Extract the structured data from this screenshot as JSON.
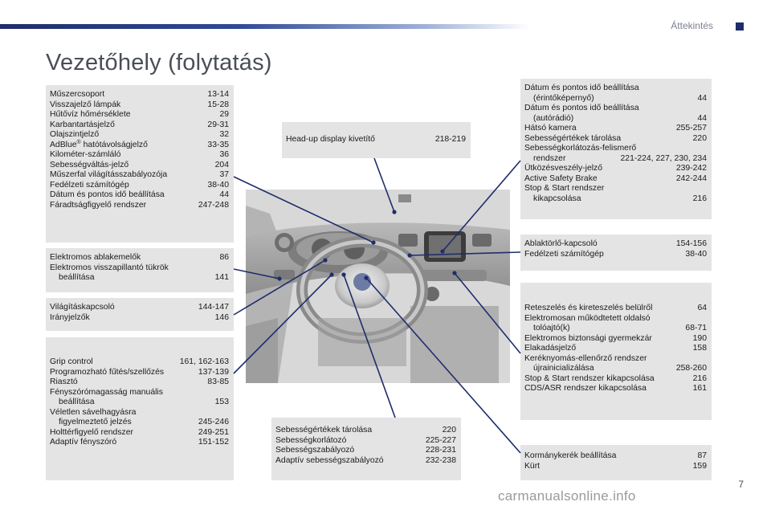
{
  "header": {
    "section": "Áttekintés",
    "page_number": "7"
  },
  "title": "Vezetőhely (folytatás)",
  "watermark": "carmanualsonline.info",
  "boxes": {
    "instruments": [
      {
        "label": "Műszercsoport",
        "pages": "13-14"
      },
      {
        "label": "Visszajelző lámpák",
        "pages": "15-28"
      },
      {
        "label": "Hűtővíz hőmérséklete",
        "pages": "29"
      },
      {
        "label": "Karbantartásjelző",
        "pages": "29-31"
      },
      {
        "label": "Olajszintjelző",
        "pages": "32"
      },
      {
        "label": "AdBlue",
        "sup": "®",
        "label_rest": " hatótávolságjelző",
        "pages": "33-35"
      },
      {
        "label": "Kilométer-számláló",
        "pages": "36"
      },
      {
        "label": "Sebességváltás-jelző",
        "pages": "204"
      },
      {
        "label": "Műszerfal világításszabályozója",
        "pages": "37"
      },
      {
        "label": "Fedélzeti számítógép",
        "pages": "38-40"
      },
      {
        "label": "Dátum és pontos idő beállítása",
        "pages": "44"
      },
      {
        "label": "Fáradtságfigyelő rendszer",
        "pages": "247-248"
      }
    ],
    "windows": [
      {
        "label": "Elektromos ablakemelők",
        "pages": "86"
      },
      {
        "label": "Elektromos visszapillantó tükrök",
        "sub": "beállítása",
        "pages": "141"
      }
    ],
    "lights": [
      {
        "label": "Világításkapcsoló",
        "pages": "144-147"
      },
      {
        "label": "Irányjelzők",
        "pages": "146"
      }
    ],
    "assist": [
      {
        "label": "Grip control",
        "pages": "161, 162-163"
      },
      {
        "label": "Programozható fűtés/szellőzés",
        "pages": "137-139"
      },
      {
        "label": "Riasztó",
        "pages": "83-85"
      },
      {
        "label": "Fényszórómagasság manuális",
        "sub": "beállítása",
        "pages": "153"
      },
      {
        "label": "Véletlen sávelhagyásra",
        "sub": "figyelmeztető jelzés",
        "pages": "245-246"
      },
      {
        "label": "Holttérfigyelő rendszer",
        "pages": "249-251"
      },
      {
        "label": "Adaptív fényszóró",
        "pages": "151-152"
      }
    ],
    "headup": [
      {
        "label": "Head-up display kivetítő",
        "pages": "218-219"
      }
    ],
    "speed": [
      {
        "label": "Sebességértékek tárolása",
        "pages": "220"
      },
      {
        "label": "Sebességkorlátozó",
        "pages": "225-227"
      },
      {
        "label": "Sebességszabályozó",
        "pages": "228-231"
      },
      {
        "label": "Adaptív sebességszabályozó",
        "pages": "232-238"
      }
    ],
    "screen": [
      {
        "label": "Dátum és pontos idő beállítása",
        "sub": "(érintőképernyő)",
        "pages": "44"
      },
      {
        "label": "Dátum és pontos idő beállítása",
        "sub": "(autórádió)",
        "pages": "44"
      },
      {
        "label": "Hátsó kamera",
        "pages": "255-257"
      },
      {
        "label": "Sebességértékek tárolása",
        "pages": "220"
      },
      {
        "label": "Sebességkorlátozás-felismerő",
        "sub": "rendszer",
        "pages": "221-224, 227, 230, 234"
      },
      {
        "label": "Ütközésveszély-jelző",
        "pages": "239-242"
      },
      {
        "label": "Active Safety Brake",
        "pages": "242-244"
      },
      {
        "label": "Stop & Start rendszer",
        "sub": "kikapcsolása",
        "pages": "216"
      }
    ],
    "wipers": [
      {
        "label": "Ablaktörlő-kapcsoló",
        "pages": "154-156"
      },
      {
        "label": "Fedélzeti számítógép",
        "pages": "38-40"
      }
    ],
    "locking": [
      {
        "label": "Reteszelés és kireteszelés belülről",
        "pages": "64"
      },
      {
        "label": "Elektromosan működtetett oldalsó",
        "sub": "tolóajtó(k)",
        "pages": "68-71"
      },
      {
        "label": "Elektromos biztonsági gyermekzár",
        "pages": "190"
      },
      {
        "label": "Elakadásjelző",
        "pages": "158"
      },
      {
        "label": "Keréknyomás-ellenőrző rendszer",
        "sub": "újrainicializálása",
        "pages": "258-260"
      },
      {
        "label": "Stop & Start rendszer kikapcsolása",
        "pages": "216"
      },
      {
        "label": "CDS/ASR rendszer kikapcsolása",
        "pages": "161"
      }
    ],
    "steering": [
      {
        "label": "Kormánykerék beállítása",
        "pages": "87"
      },
      {
        "label": "Kürt",
        "pages": "159"
      }
    ]
  },
  "colors": {
    "accent": "#1f2d6b",
    "box_bg": "#e4e4e4",
    "title": "#4a4e56"
  }
}
